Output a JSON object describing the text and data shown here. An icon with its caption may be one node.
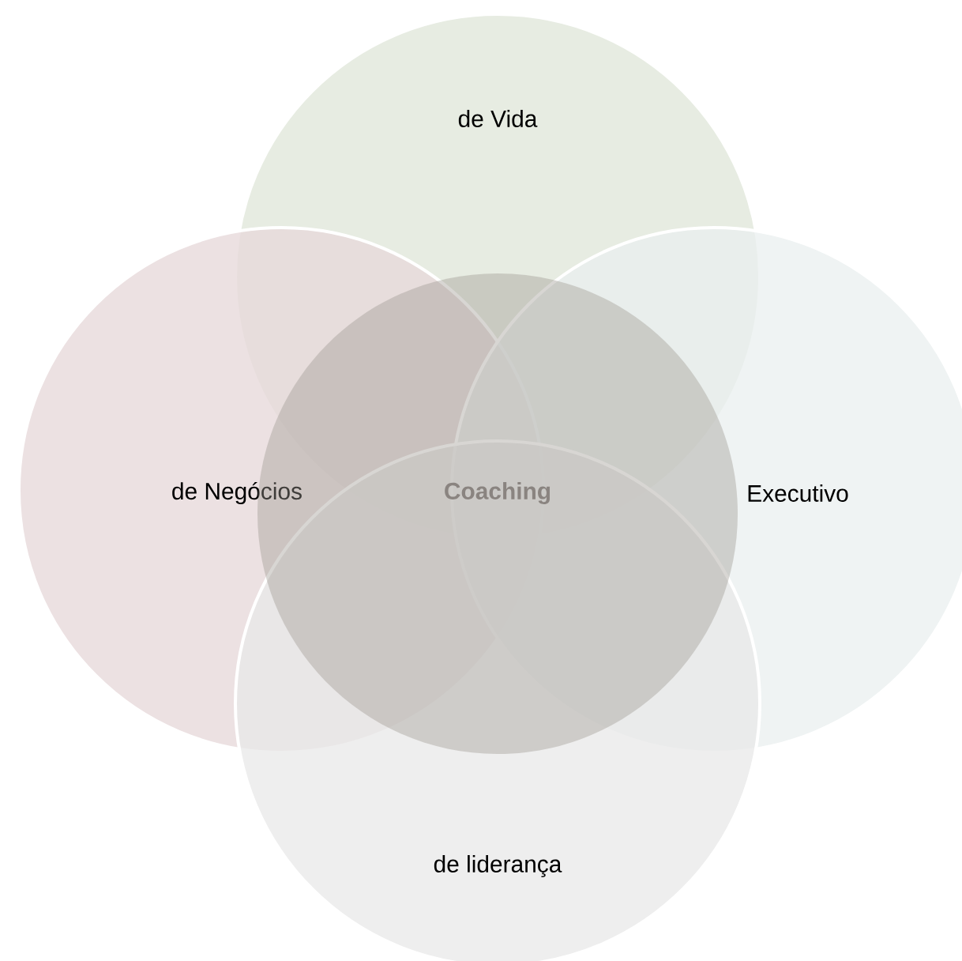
{
  "diagram": {
    "nodes": [
      {
        "text": [
          "de Vida"
        ]
      },
      {
        "text": [
          "de Negócios"
        ]
      },
      {
        "text": [
          "Coaching"
        ]
      },
      {
        "text": [
          "Executivo"
        ]
      },
      {
        "text": [
          "de liderança"
        ]
      }
    ]
  }
}
